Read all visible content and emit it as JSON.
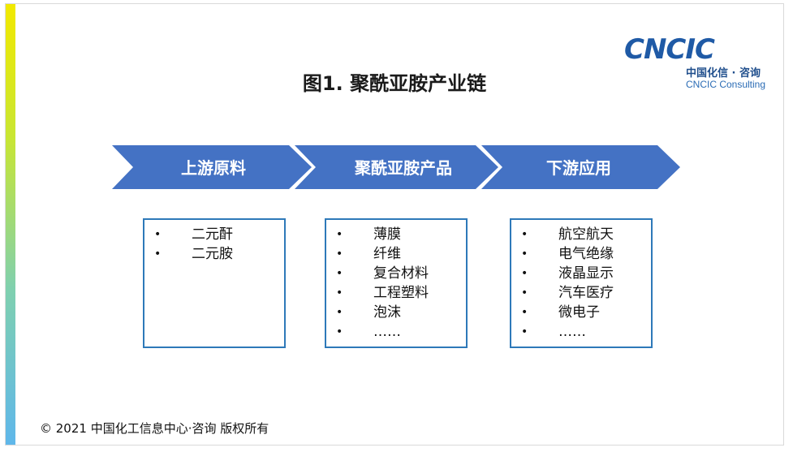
{
  "title": "图1. 聚酰亚胺产业链",
  "logo": {
    "mark": "CNCIC",
    "cn": "中国化信 · 咨询",
    "en": "CNCIC Consulting"
  },
  "colors": {
    "chevron": "#4472c4",
    "box_border": "#2e79b9",
    "logo_blue": "#1f5aa6"
  },
  "stages": [
    {
      "label": "上游原料",
      "items": [
        "二元酐",
        "二元胺"
      ]
    },
    {
      "label": "聚酰亚胺产品",
      "items": [
        "薄膜",
        "纤维",
        "复合材料",
        "工程塑料",
        "泡沫",
        "……"
      ]
    },
    {
      "label": "下游应用",
      "items": [
        "航空航天",
        "电气绝缘",
        "液晶显示",
        "汽车医疗",
        "微电子",
        "……"
      ]
    }
  ],
  "bullet": "•",
  "footer": "© 2021 中国化工信息中心·咨询 版权所有"
}
